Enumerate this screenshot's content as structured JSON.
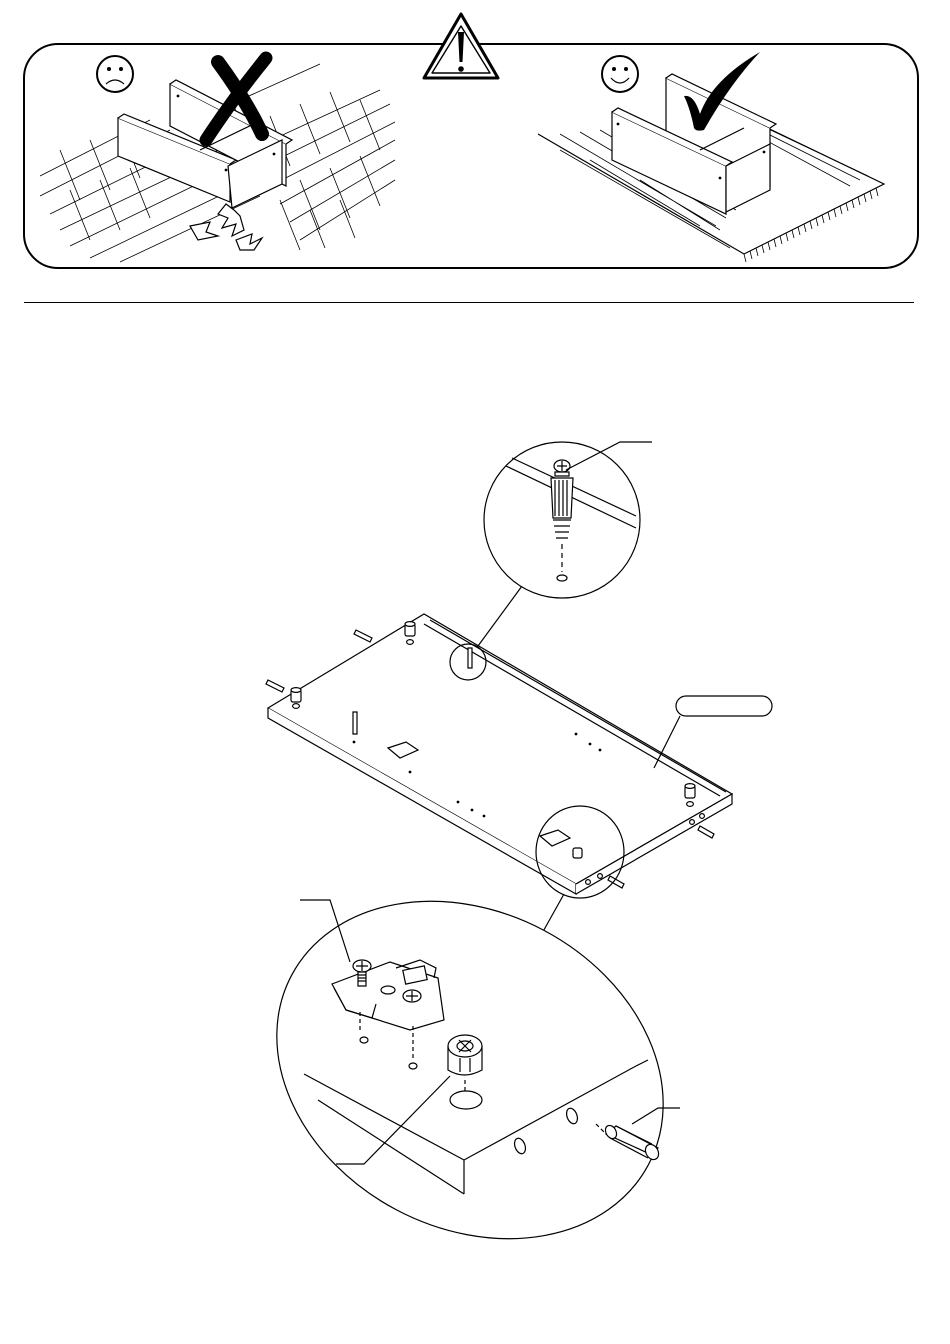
{
  "page": {
    "background": "#ffffff",
    "line_color": "#000000"
  },
  "warning_banner": {
    "caution_icon": "warning-triangle-exclamation-icon",
    "wrong_side": {
      "face_icon": "sad-face-icon",
      "mark_icon": "x-mark-icon",
      "surface": "hard-brick-floor",
      "illustration": "cabinet-damaged-on-hard-floor"
    },
    "right_side": {
      "face_icon": "happy-face-icon",
      "mark_icon": "check-mark-icon",
      "surface": "soft-carpet",
      "illustration": "cabinet-assembled-on-carpet"
    }
  },
  "assembly_step": {
    "main_part": "bottom-panel",
    "part_label": "",
    "details": [
      {
        "name": "cam-bolt-detail",
        "icon": "cam-bolt-icon",
        "label": ""
      },
      {
        "name": "hinge-plate-detail",
        "icon": "hinge-mounting-plate-icon",
        "label": ""
      },
      {
        "name": "cam-lock-detail",
        "icon": "cam-lock-icon",
        "label": ""
      },
      {
        "name": "dowel-detail",
        "icon": "wooden-dowel-icon",
        "label": ""
      }
    ]
  }
}
